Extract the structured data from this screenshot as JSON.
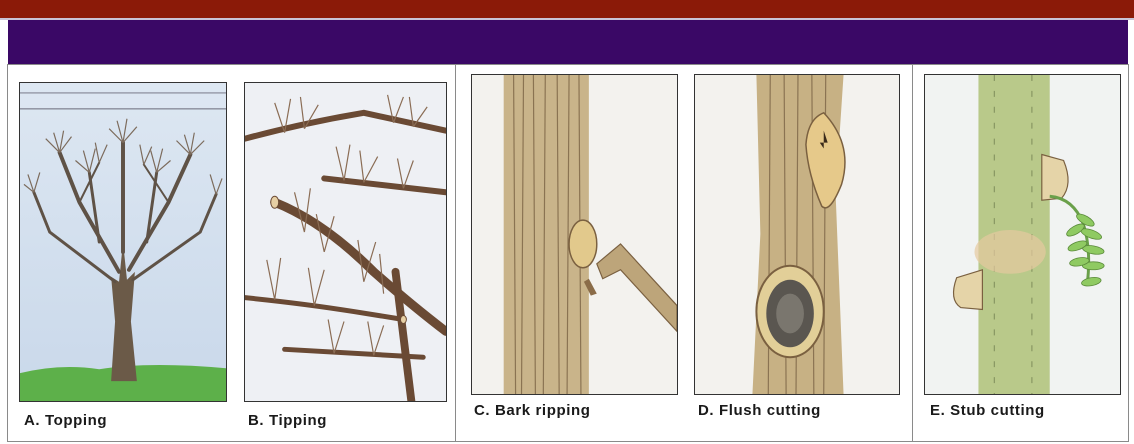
{
  "panels": [
    {
      "id": "A",
      "label": "A. Topping"
    },
    {
      "id": "B",
      "label": "B. Tipping"
    },
    {
      "id": "C",
      "label": "C. Bark ripping"
    },
    {
      "id": "D",
      "label": "D. Flush cutting"
    },
    {
      "id": "E",
      "label": "E. Stub cutting"
    }
  ],
  "colors": {
    "top_bar": "#8b1a08",
    "title_bar": "#3a0866",
    "border": "#8a8a8a"
  }
}
